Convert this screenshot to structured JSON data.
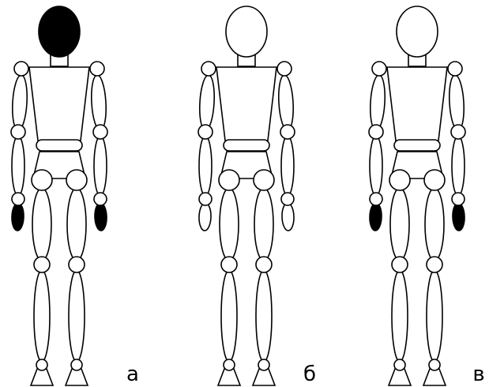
{
  "figures": [
    {
      "label": "а",
      "head_filled": true,
      "hands_filled": true
    },
    {
      "label": "б",
      "head_filled": false,
      "hands_filled": false
    },
    {
      "label": "в",
      "head_filled": false,
      "hands_filled": true
    }
  ],
  "colors": {
    "line": "#000000",
    "fill": "#ffffff",
    "highlight": "#000000"
  }
}
